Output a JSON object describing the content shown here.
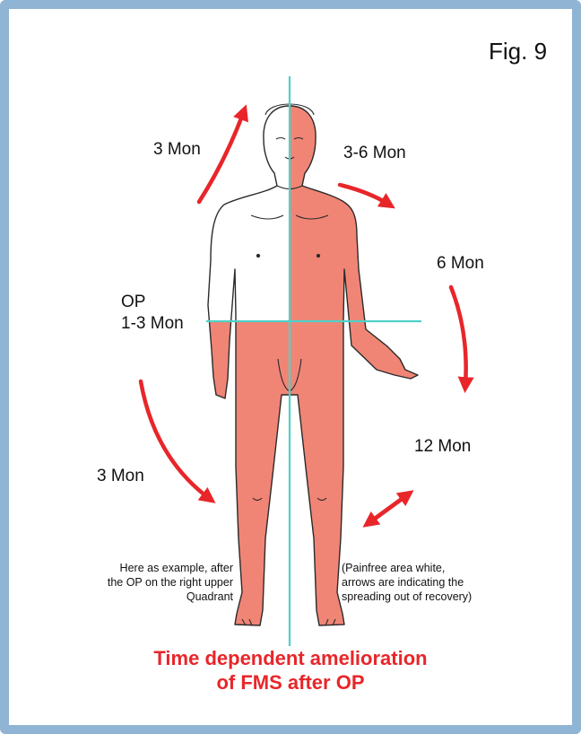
{
  "figure_label": "Fig. 9",
  "labels": {
    "head": "3 Mon",
    "shoulder": "3-6 Mon",
    "right_arm": "6 Mon",
    "op_line1": "OP",
    "op_line2": "1-3 Mon",
    "left_leg": "3 Mon",
    "right_leg": "12 Mon"
  },
  "notes": {
    "left": [
      "Here as example, after",
      "the OP on the right upper",
      "Quadrant"
    ],
    "right": [
      "(Painfree area white,",
      "arrows are indicating the",
      "spreading out of recovery)"
    ]
  },
  "title": {
    "line1": "Time dependent amelioration",
    "line2": "of FMS after OP"
  },
  "colors": {
    "frame": "#8fb4d4",
    "affected_area": "#f08576",
    "axis_lines": "#4fd1c8",
    "arrows": "#e8262a",
    "title": "#e8262a",
    "outline": "#2a2a2a"
  }
}
